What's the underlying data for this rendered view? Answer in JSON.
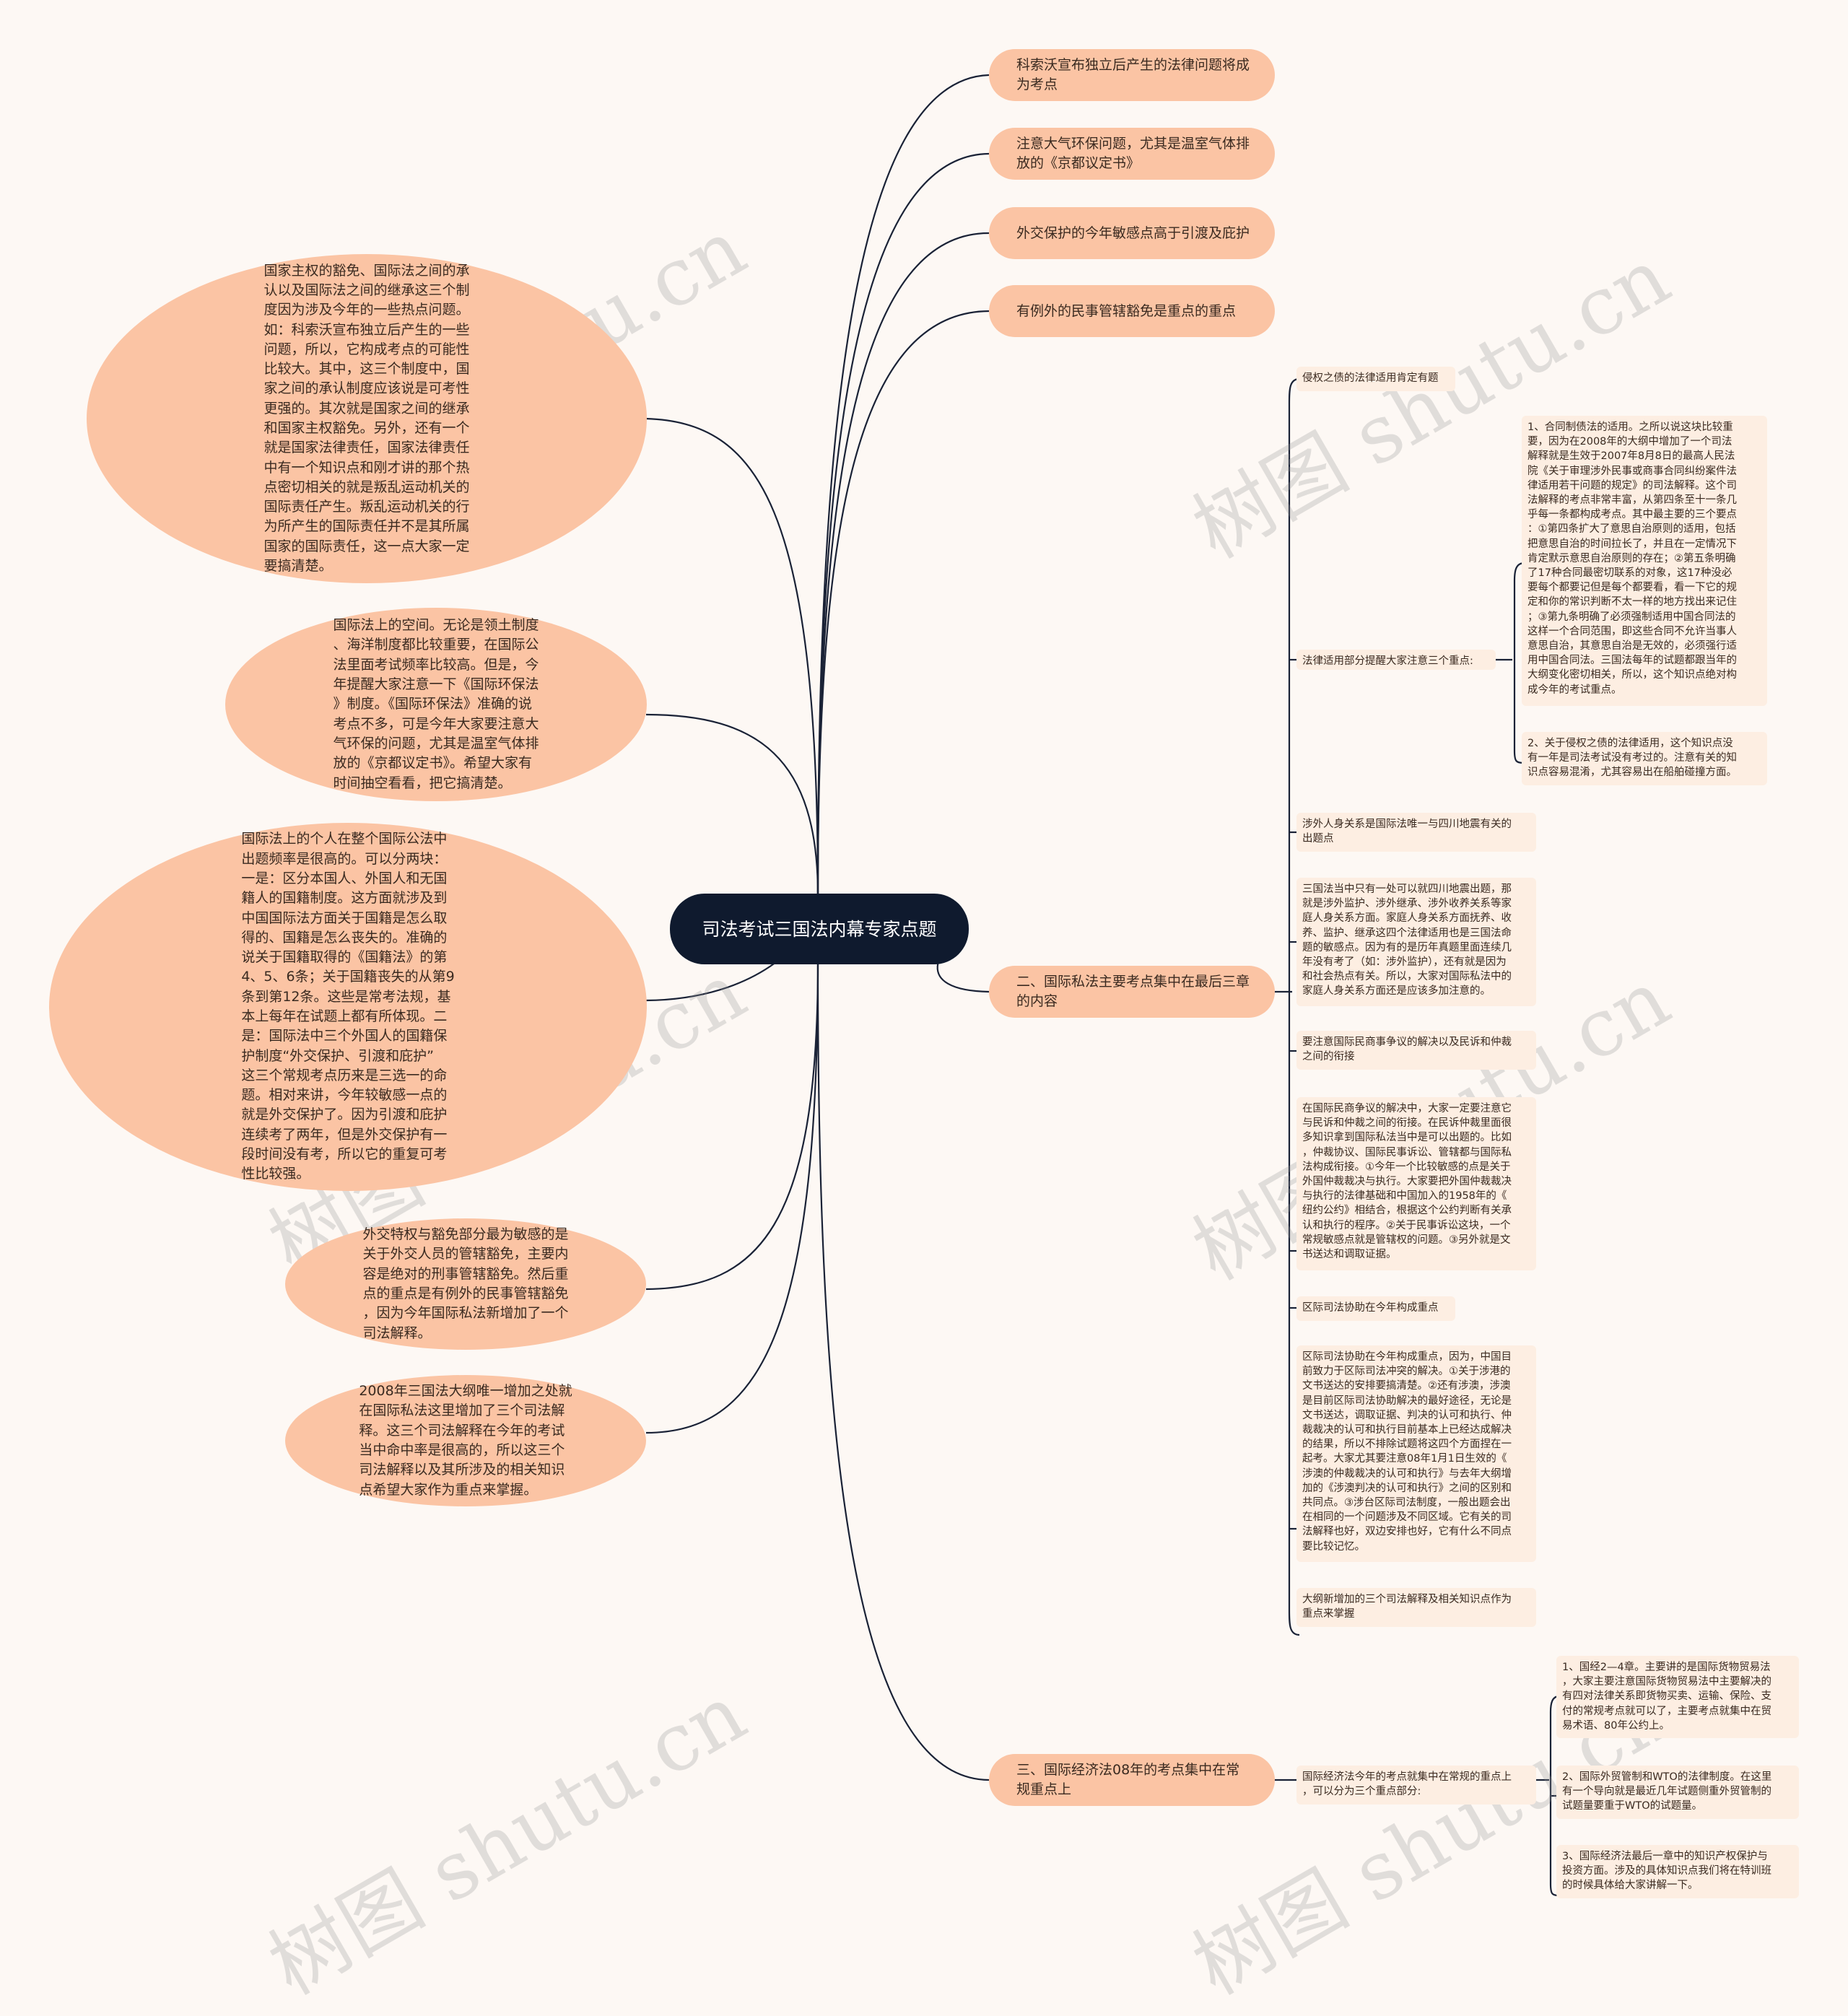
{
  "root": {
    "text": "司法考试三国法内幕专家点题"
  },
  "right_top": [
    "科索沃宣布独立后产生的法律问题将成为考点",
    "注意大气环保问题，尤其是温室气体排放的《京都议定书》",
    "外交保护的今年敏感点高于引渡及庇护",
    "有例外的民事管辖豁免是重点的重点"
  ],
  "left": [
    "国家主权的豁免、国际法之间的承\n认以及国际法之间的继承这三个制\n度因为涉及今年的一些热点问题。\n如：科索沃宣布独立后产生的一些\n问题，所以，它构成考点的可能性\n比较大。其中，这三个制度中，国\n家之间的承认制度应该说是可考性\n更强的。其次就是国家之间的继承\n和国家主权豁免。另外，还有一个\n就是国家法律责任，国家法律责任\n中有一个知识点和刚才讲的那个热\n点密切相关的就是叛乱运动机关的\n国际责任产生。叛乱运动机关的行\n为所产生的国际责任并不是其所属\n国家的国际责任，这一点大家一定\n要搞清楚。",
    "国际法上的空间。无论是领土制度\n、海洋制度都比较重要，在国际公\n法里面考试频率比较高。但是，今\n年提醒大家注意一下《国际环保法\n》制度。《国际环保法》准确的说\n考点不多，可是今年大家要注意大\n气环保的问题，尤其是温室气体排\n放的《京都议定书》。希望大家有\n时间抽空看看，把它搞清楚。",
    "国际法上的个人在整个国际公法中\n出题频率是很高的。可以分两块：\n一是：区分本国人、外国人和无国\n籍人的国籍制度。这方面就涉及到\n中国国际法方面关于国籍是怎么取\n得的、国籍是怎么丧失的。准确的\n说关于国籍取得的《国籍法》的第\n4、5、6条；关于国籍丧失的从第9\n条到第12条。这些是常考法规，基\n本上每年在试题上都有所体现。二\n是：国际法中三个外国人的国籍保\n护制度“外交保护、引渡和庇护”\n这三个常规考点历来是三选一的命\n题。相对来讲，今年较敏感一点的\n就是外交保护了。因为引渡和庇护\n连续考了两年，但是外交保护有一\n段时间没有考，所以它的重复可考\n性比较强。",
    "外交特权与豁免部分最为敏感的是\n关于外交人员的管辖豁免，主要内\n容是绝对的刑事管辖豁免。然后重\n点的重点是有例外的民事管辖豁免\n，因为今年国际私法新增加了一个\n司法解释。",
    "2008年三国法大纲唯一增加之处就\n在国际私法这里增加了三个司法解\n释。这三个司法解释在今年的考试\n当中命中率是很高的，所以这三个\n司法解释以及其所涉及的相关知识\n点希望大家作为重点来掌握。"
  ],
  "private_law": {
    "label": "二、国际私法主要考点集中在最后三章的内容",
    "items": [
      "侵权之债的法律适用肯定有题",
      "法律适用部分提醒大家注意三个重点:",
      "涉外人身关系是国际法唯一与四川地震有关的\n出题点",
      "三国法当中只有一处可以就四川地震出题，那\n就是涉外监护、涉外继承、涉外收养关系等家\n庭人身关系方面。家庭人身关系方面抚养、收\n养、监护、继承这四个法律适用也是三国法命\n题的敏感点。因为有的是历年真题里面连续几\n年没有考了（如：涉外监护），还有就是因为\n和社会热点有关。所以，大家对国际私法中的\n家庭人身关系方面还是应该多加注意的。",
      "要注意国际民商事争议的解决以及民诉和仲裁\n之间的衔接",
      "在国际民商争议的解决中，大家一定要注意它\n与民诉和仲裁之间的衔接。在民诉仲裁里面很\n多知识拿到国际私法当中是可以出题的。比如\n，仲裁协议、国际民事诉讼、管辖都与国际私\n法构成衔接。①今年一个比较敏感的点是关于\n外国仲裁裁决与执行。大家要把外国仲裁裁决\n与执行的法律基础和中国加入的1958年的《\n纽约公约》相结合，根据这个公约判断有关承\n认和执行的程序。②关于民事诉讼这块，一个\n常规敏感点就是管辖权的问题。③另外就是文\n书送达和调取证据。",
      "区际司法协助在今年构成重点",
      "区际司法协助在今年构成重点，因为，中国目\n前致力于区际司法冲突的解决。①关于涉港的\n文书送达的安排要搞清楚。②还有涉澳，涉澳\n是目前区际司法协助解决的最好途径，无论是\n文书送达，调取证据、判决的认可和执行、仲\n裁裁决的认可和执行目前基本上已经达成解决\n的结果，所以不排除试题将这四个方面捏在一\n起考。大家尤其要注意08年1月1日生效的《\n涉澳的仲裁裁决的认可和执行》与去年大纲增\n加的《涉澳判决的认可和执行》之间的区别和\n共同点。③涉台区际司法制度，一般出题会出\n在相同的一个问题涉及不同区域。它有关的司\n法解释也好，双边安排也好，它有什么不同点\n要比较记忆。",
      "大纲新增加的三个司法解释及相关知识点作为\n重点来掌握"
    ],
    "sub_items": [
      "1、合同制债法的适用。之所以说这块比较重\n要，因为在2008年的大纲中增加了一个司法\n解释就是生效于2007年8月8日的最高人民法\n院《关于审理涉外民事或商事合同纠纷案件法\n律适用若干问题的规定》的司法解释。这个司\n法解释的考点非常丰富，从第四条至十一条几\n乎每一条都构成考点。其中最主要的三个要点\n：①第四条扩大了意思自治原则的适用，包括\n把意思自治的时间拉长了，并且在一定情况下\n肯定默示意思自治原则的存在；②第五条明确\n了17种合同最密切联系的对象，这17种没必\n要每个都要记但是每个都要看，看一下它的规\n定和你的常识判断不太一样的地方找出来记住\n；③第九条明确了必须强制适用中国合同法的\n这样一个合同范围，即这些合同不允许当事人\n意思自治，其意思自治是无效的，必须强行适\n用中国合同法。三国法每年的试题都跟当年的\n大纲变化密切相关，所以，这个知识点绝对构\n成今年的考试重点。",
      "2、关于侵权之债的法律适用，这个知识点没\n有一年是司法考试没有考过的。注意有关的知\n识点容易混淆，尤其容易出在船舶碰撞方面。"
    ]
  },
  "econ_law": {
    "label": "三、国际经济法08年的考点集中在常规重点上",
    "item": "国际经济法今年的考点就集中在常规的重点上\n，可以分为三个重点部分:",
    "sub_items": [
      "1、国经2—4章。主要讲的是国际货物贸易法\n，大家主要注意国际货物贸易法中主要解决的\n有四对法律关系即货物买卖、运输、保险、支\n付的常规考点就可以了，主要考点就集中在贸\n易术语、80年公约上。",
      "2、国际外贸管制和WTO的法律制度。在这里\n有一个导向就是最近几年试题侧重外贸管制的\n试题量要重于WTO的试题量。",
      "3、国际经济法最后一章中的知识产权保护与\n投资方面。涉及的具体知识点我们将在特训班\n的时候具体给大家讲解一下。"
    ]
  },
  "watermark": "树图 shutu.cn"
}
